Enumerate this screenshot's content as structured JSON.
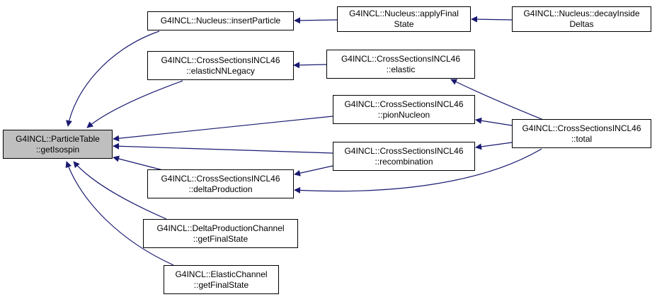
{
  "graph": {
    "nodes": {
      "getIsospin": {
        "lines": [
          "G4INCL::ParticleTable",
          "::getIsospin"
        ]
      },
      "insertParticle": {
        "lines": [
          "G4INCL::Nucleus::insertParticle"
        ]
      },
      "applyFinalState": {
        "lines": [
          "G4INCL::Nucleus::applyFinal",
          "State"
        ]
      },
      "decayInsideDeltas": {
        "lines": [
          "G4INCL::Nucleus::decayInside",
          "Deltas"
        ]
      },
      "elasticNNLegacy": {
        "lines": [
          "G4INCL::CrossSectionsINCL46",
          "::elasticNNLegacy"
        ]
      },
      "elastic": {
        "lines": [
          "G4INCL::CrossSectionsINCL46",
          "::elastic"
        ]
      },
      "pionNucleon": {
        "lines": [
          "G4INCL::CrossSectionsINCL46",
          "::pionNucleon"
        ]
      },
      "total": {
        "lines": [
          "G4INCL::CrossSectionsINCL46",
          "::total"
        ]
      },
      "recombination": {
        "lines": [
          "G4INCL::CrossSectionsINCL46",
          "::recombination"
        ]
      },
      "deltaProduction": {
        "lines": [
          "G4INCL::CrossSectionsINCL46",
          "::deltaProduction"
        ]
      },
      "deltaProductionChannel": {
        "lines": [
          "G4INCL::DeltaProductionChannel",
          "::getFinalState"
        ]
      },
      "elasticChannel": {
        "lines": [
          "G4INCL::ElasticChannel",
          "::getFinalState"
        ]
      }
    },
    "colors": {
      "edge": "#191970",
      "root_fill": "#bfbfbf",
      "node_fill": "#ffffff",
      "border": "#000000"
    }
  }
}
